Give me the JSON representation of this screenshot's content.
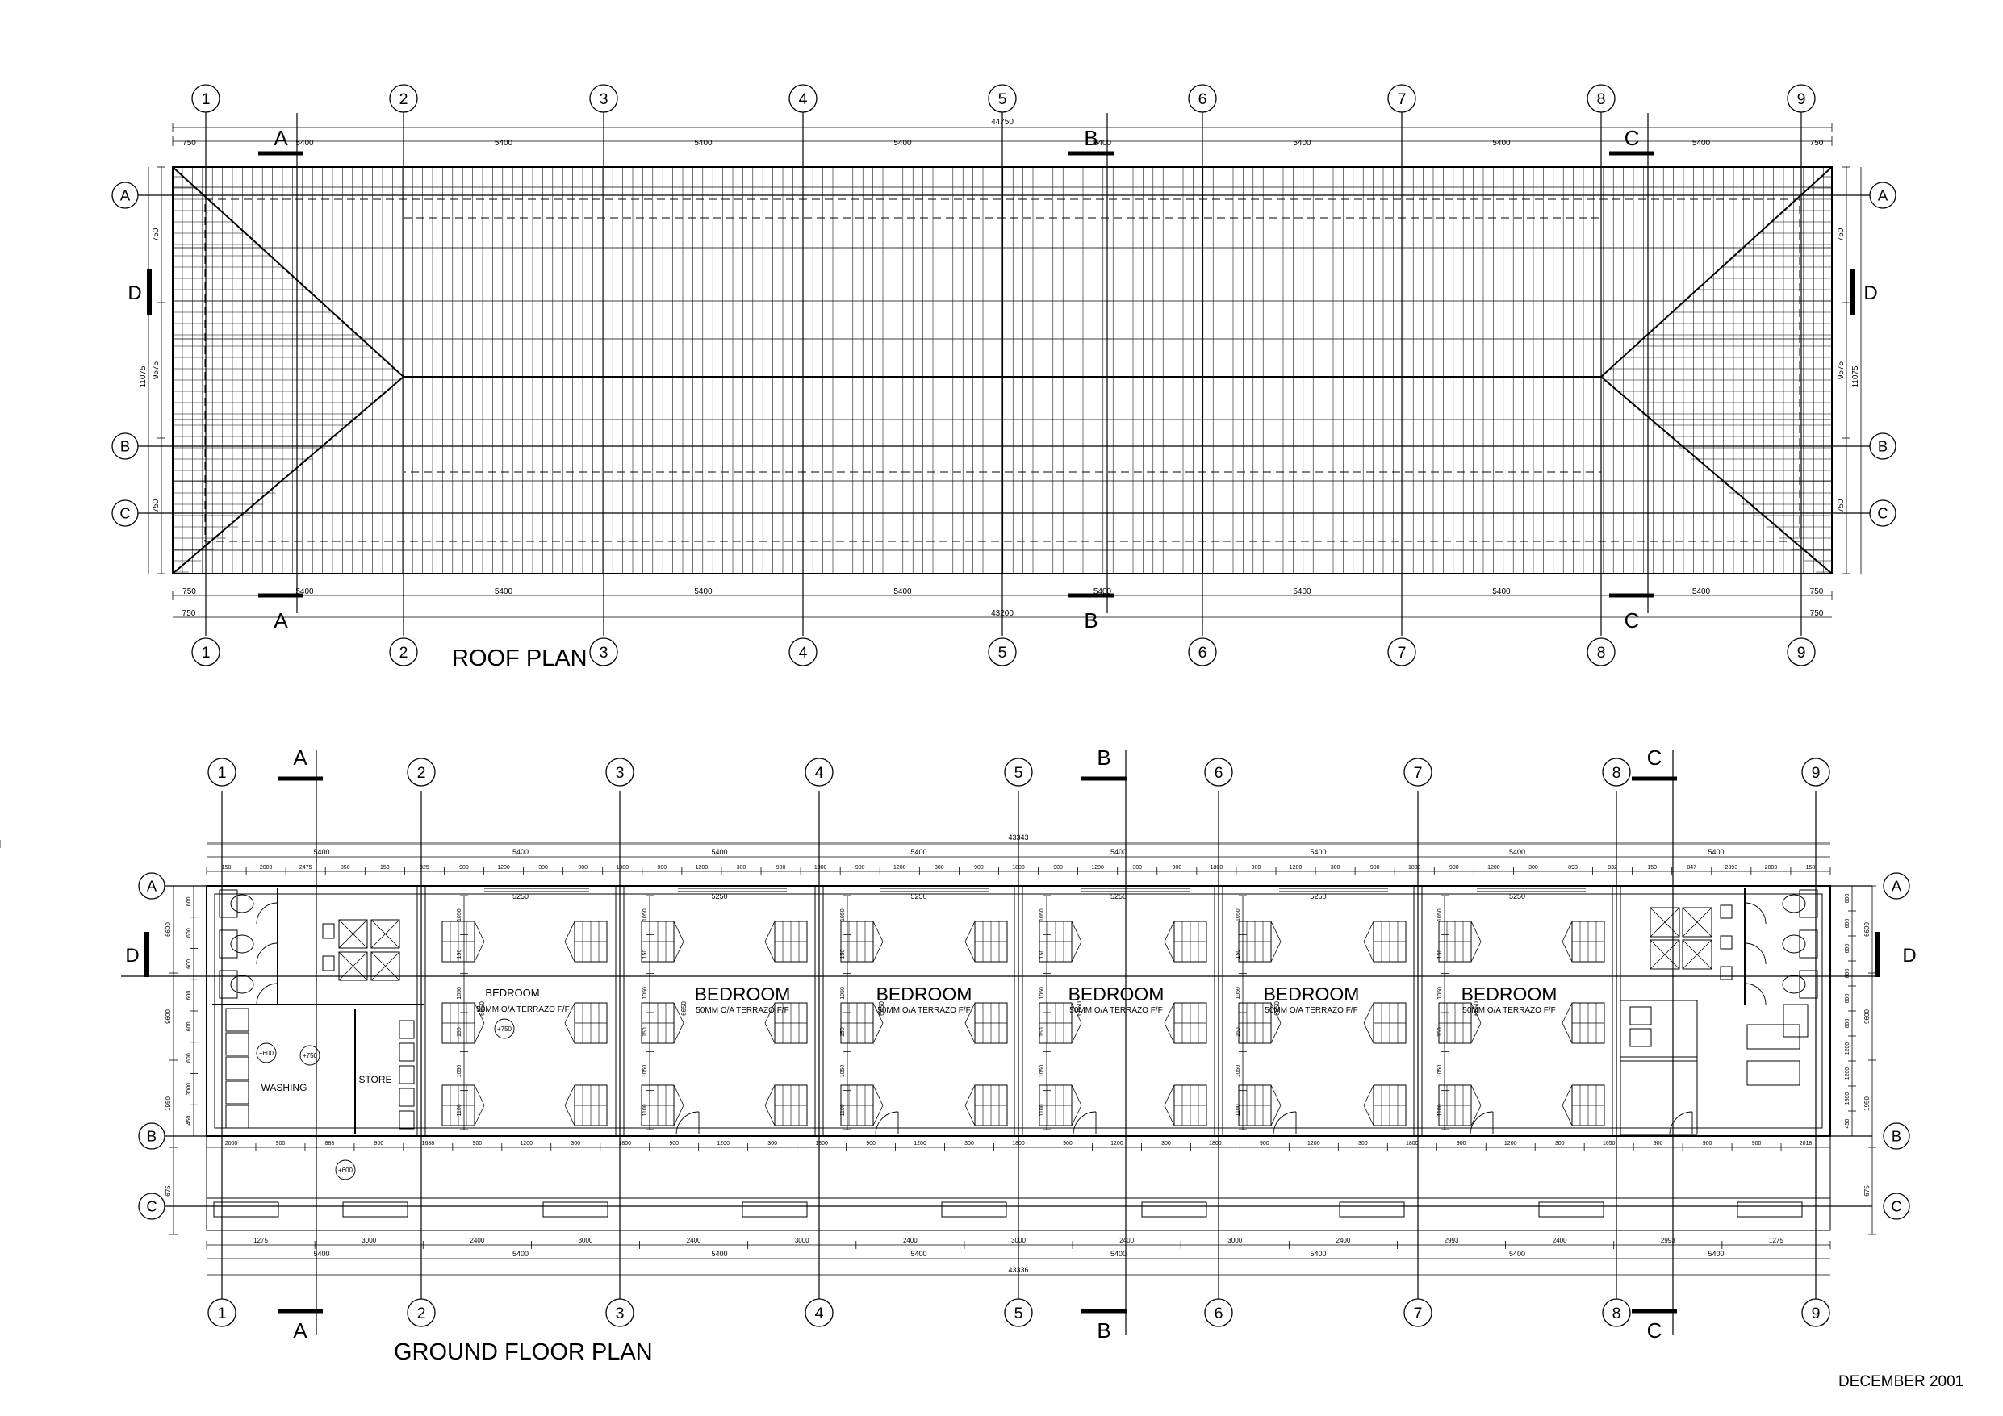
{
  "drawing": {
    "roof_title": "ROOF PLAN",
    "ground_title": "GROUND FLOOR PLAN",
    "date": "DECEMBER 2001"
  },
  "grid": {
    "columns": [
      "1",
      "2",
      "3",
      "4",
      "5",
      "6",
      "7",
      "8",
      "9"
    ],
    "rows_roof": [
      "A",
      "B",
      "C"
    ],
    "rows_ground": [
      "A",
      "B",
      "C"
    ]
  },
  "sections": {
    "roof": [
      {
        "mark": "A",
        "arrow": "A"
      },
      {
        "mark": "B",
        "arrow": "B"
      },
      {
        "mark": "C",
        "arrow": "C"
      }
    ],
    "ground": [
      {
        "mark": "A",
        "arrow": "A"
      },
      {
        "mark": "B",
        "arrow": "B"
      },
      {
        "mark": "C",
        "arrow": "C"
      }
    ],
    "side_mark": "D"
  },
  "roof_dims": {
    "overall_top": "44750",
    "overall_bottom": "43200",
    "overhang": "750",
    "bay": "5400",
    "height_overall": "11075",
    "height_inner": "9575",
    "height_edge": "750"
  },
  "ground_dims": {
    "overall_top": "43343",
    "overall_bottom": "43336",
    "bay": "5400",
    "top_chain": [
      "150",
      "2000",
      "2475",
      "850",
      "150",
      "325",
      "900",
      "1200",
      "300",
      "900",
      "1800",
      "900",
      "1200",
      "300",
      "900",
      "1800",
      "900",
      "1200",
      "300",
      "900",
      "1800",
      "900",
      "1200",
      "300",
      "900",
      "1800",
      "900",
      "1200",
      "300",
      "900",
      "1800",
      "900",
      "1200",
      "300",
      "893",
      "832",
      "150",
      "847",
      "2393",
      "2003",
      "150"
    ],
    "room_width": "5250",
    "bottom_chain": [
      "2000",
      "900",
      "888",
      "900",
      "1688",
      "900",
      "1200",
      "300",
      "1800",
      "900",
      "1200",
      "300",
      "1800",
      "900",
      "1200",
      "300",
      "1800",
      "900",
      "1200",
      "300",
      "1800",
      "900",
      "1200",
      "300",
      "1800",
      "900",
      "1200",
      "300",
      "1650",
      "900",
      "900",
      "900",
      "2018"
    ],
    "verandah_chain": [
      "1275",
      "3000",
      "2400",
      "3000",
      "2400",
      "3000",
      "2400",
      "3000",
      "2400",
      "3000",
      "2400",
      "2993",
      "2400",
      "2993",
      "1275"
    ],
    "left_heights": [
      "600",
      "600",
      "600",
      "600",
      "600",
      "600",
      "3000",
      "450"
    ],
    "left_totals": [
      "6600",
      "9600",
      "1950",
      "675"
    ],
    "right_heights": [
      "600",
      "600",
      "600",
      "600",
      "600",
      "600",
      "1200",
      "1200",
      "1800",
      "450"
    ],
    "right_totals": [
      "6600",
      "9600",
      "1950",
      "675"
    ],
    "window_v": [
      "1050",
      "150",
      "1050",
      "150",
      "1050",
      "1100"
    ],
    "levels": [
      "+600",
      "+750",
      "+750",
      "+600"
    ],
    "room_depth": "6650"
  },
  "rooms": {
    "bedroom_first": "BEDROOM",
    "bedrooms": [
      "BEDROOM",
      "BEDROOM",
      "BEDROOM",
      "BEDROOM",
      "BEDROOM"
    ],
    "finish": "50MM O/A TERRAZO  F/F",
    "washing": "WASHING",
    "store": "STORE"
  }
}
